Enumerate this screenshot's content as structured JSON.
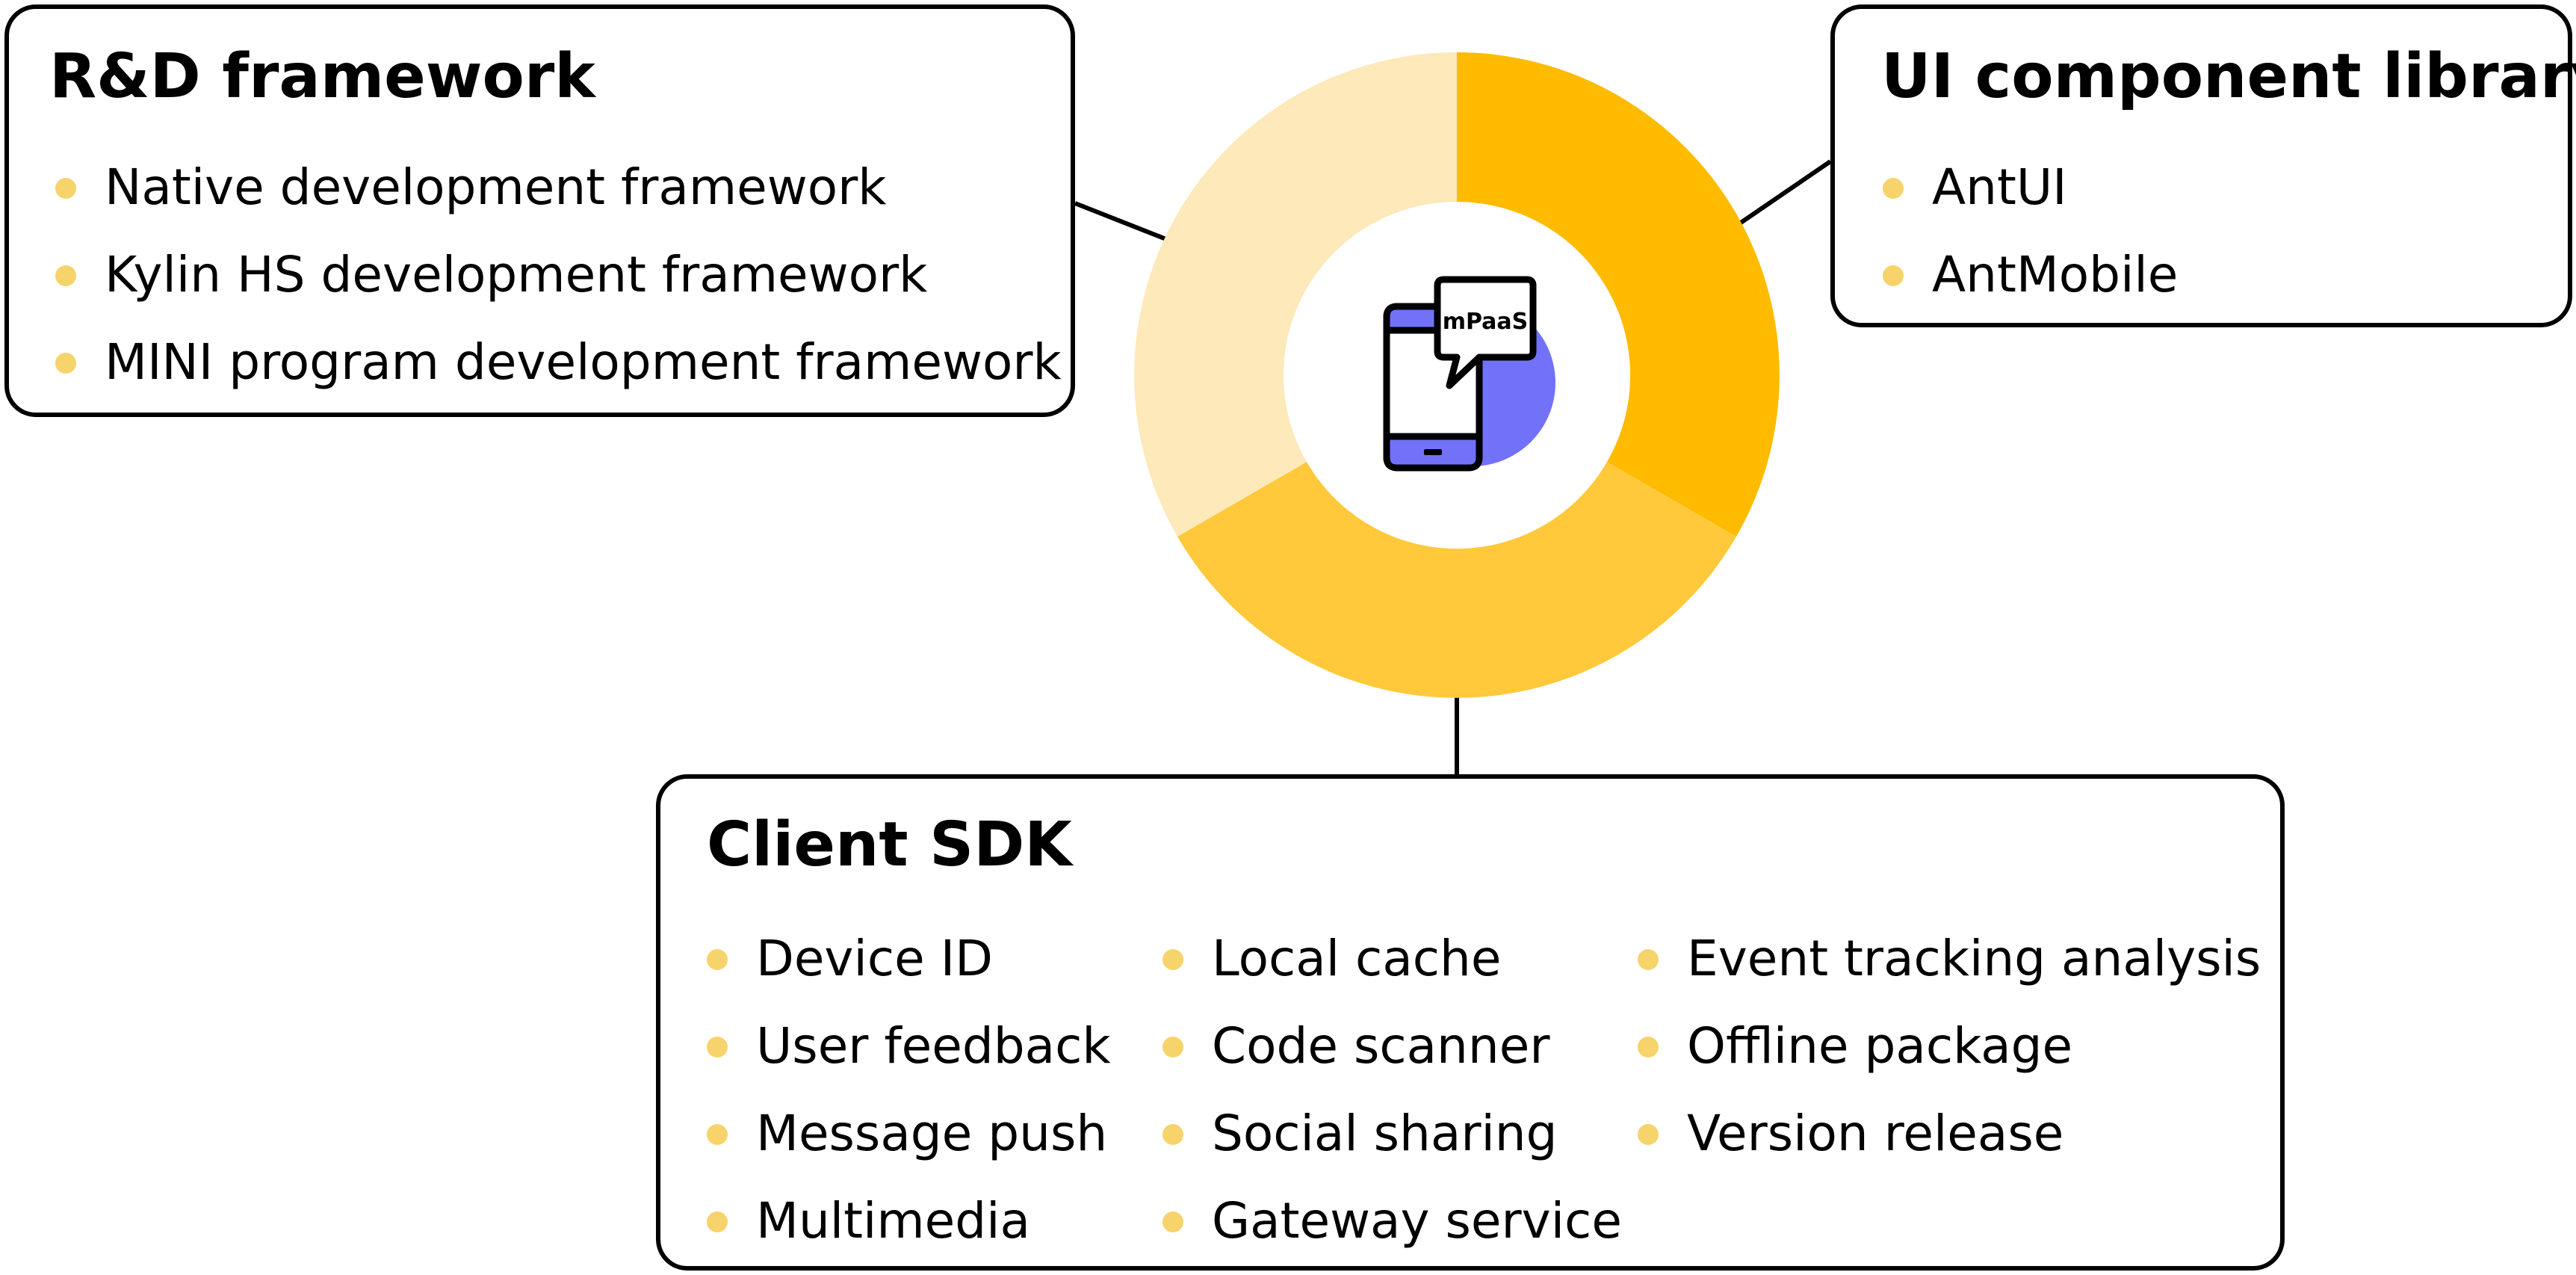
{
  "diagram": {
    "center_icon_label": "mPaaS",
    "colors": {
      "segment_top_right": "#ffbb00",
      "segment_bottom": "#ffc93b",
      "segment_left": "#fde9b9",
      "bullet": "#f7d36b",
      "icon_accent": "#7172f8",
      "outline": "#000000"
    }
  },
  "rd_framework": {
    "title": "R&D framework",
    "items": [
      "Native development framework",
      "Kylin HS development framework",
      "MINI program development framework"
    ]
  },
  "ui_library": {
    "title": "UI component library",
    "items": [
      "AntUI",
      "AntMobile"
    ]
  },
  "client_sdk": {
    "title": "Client SDK",
    "columns": [
      [
        "Device ID",
        "User feedback",
        "Message push",
        "Multimedia"
      ],
      [
        "Local cache",
        "Code scanner",
        "Social sharing",
        "Gateway service"
      ],
      [
        "Event tracking analysis",
        "Offline package",
        "Version release"
      ]
    ]
  }
}
